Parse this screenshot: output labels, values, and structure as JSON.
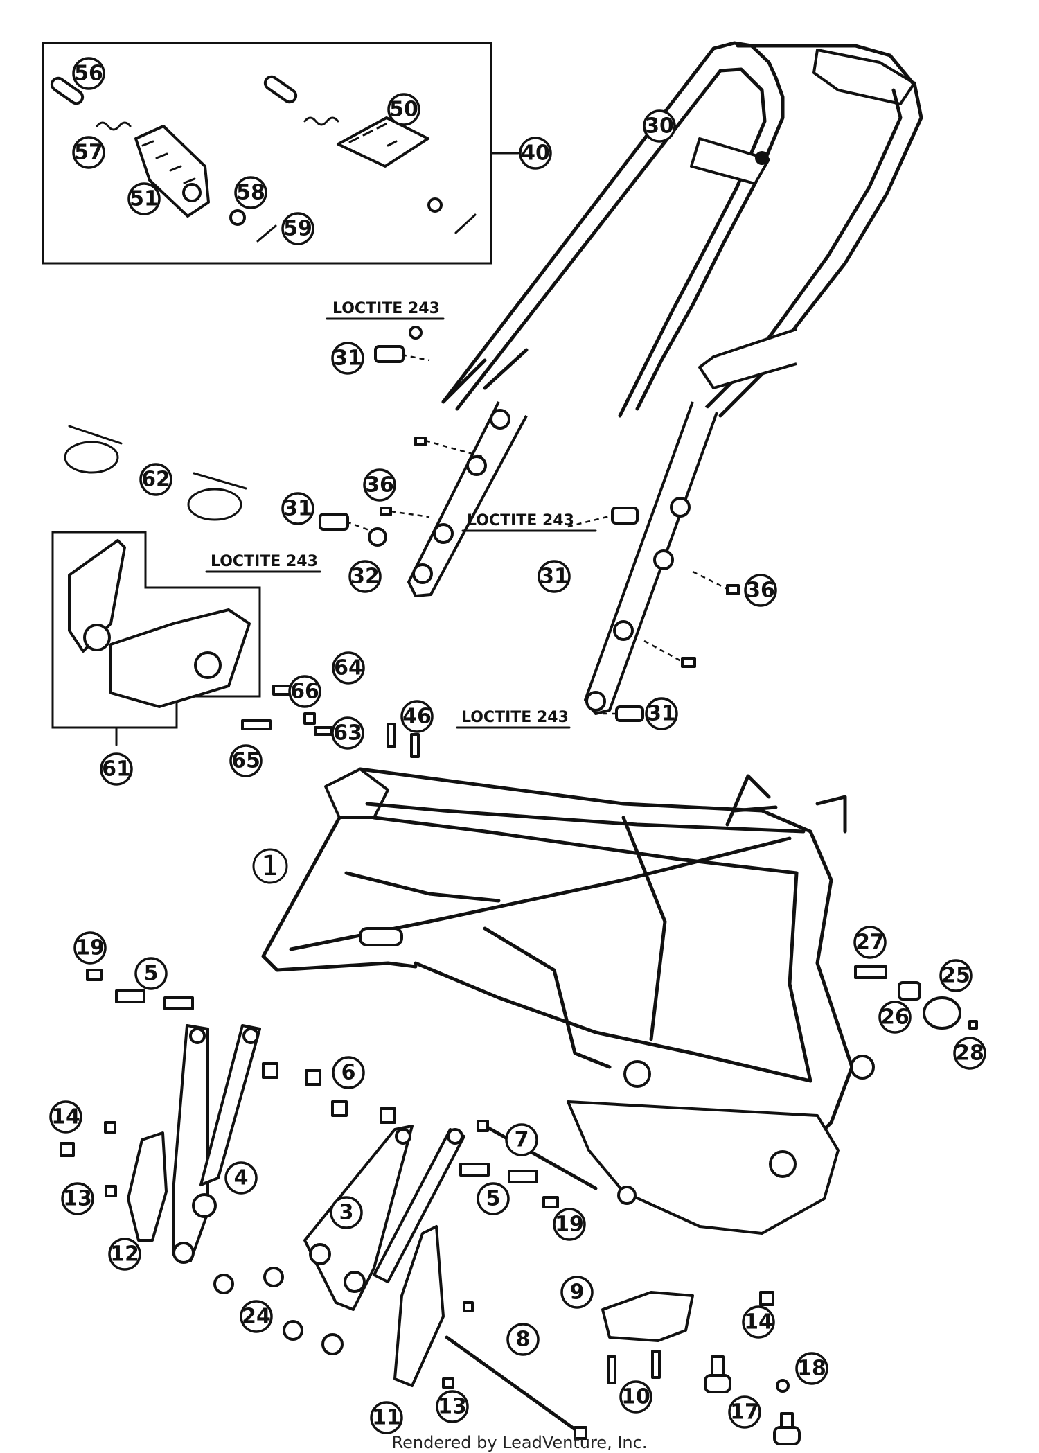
{
  "callouts": {
    "c1": "1",
    "c3": "3",
    "c4": "4",
    "c5a": "5",
    "c5b": "5",
    "c6": "6",
    "c7": "7",
    "c8": "8",
    "c9": "9",
    "c10": "10",
    "c11": "11",
    "c12": "12",
    "c13a": "13",
    "c13b": "13",
    "c14a": "14",
    "c14b": "14",
    "c17": "17",
    "c18": "18",
    "c19a": "19",
    "c19b": "19",
    "c24": "24",
    "c25": "25",
    "c26": "26",
    "c27": "27",
    "c28": "28",
    "c30": "30",
    "c31a": "31",
    "c31b": "31",
    "c31c": "31",
    "c31d": "31",
    "c32": "32",
    "c36a": "36",
    "c36b": "36",
    "c40": "40",
    "c46": "46",
    "c50": "50",
    "c51": "51",
    "c56": "56",
    "c57": "57",
    "c58": "58",
    "c59": "59",
    "c61": "61",
    "c62": "62",
    "c63": "63",
    "c64": "64",
    "c65": "65",
    "c66": "66"
  },
  "loctite_label": "LOCTITE 243",
  "footer": "Rendered by LeadVenture, Inc."
}
